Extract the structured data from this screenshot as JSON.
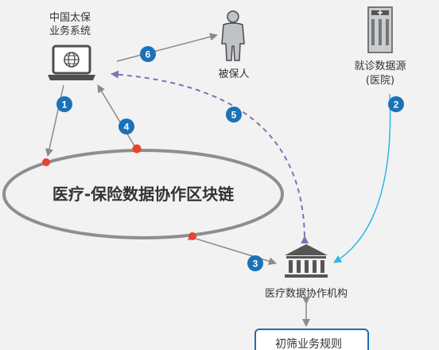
{
  "nodes": {
    "insurer": {
      "line1": "中国太保",
      "line2": "业务系统",
      "icon": "laptop-globe-icon"
    },
    "insured": {
      "label": "被保人",
      "icon": "person-icon"
    },
    "hospital": {
      "line1": "就诊数据源",
      "line2": "(医院)",
      "icon": "hospital-building-icon"
    },
    "blockchain": {
      "label": "医疗-保险数据协作区块链"
    },
    "coop_org": {
      "label": "医疗数据协作机构",
      "icon": "institution-building-icon"
    },
    "rules": {
      "label": "初筛业务规则"
    }
  },
  "steps": [
    "1",
    "2",
    "3",
    "4",
    "5",
    "6"
  ],
  "colors": {
    "badge": "#1a72b9",
    "node_dot": "#e8432c",
    "arrow_gray": "#8a8a8a",
    "arrow_dashed": "#7f73b4",
    "arrow_blue": "#2fb6e6",
    "ellipse_stroke": "#8e8e8e",
    "rules_border": "#1f6db3"
  }
}
